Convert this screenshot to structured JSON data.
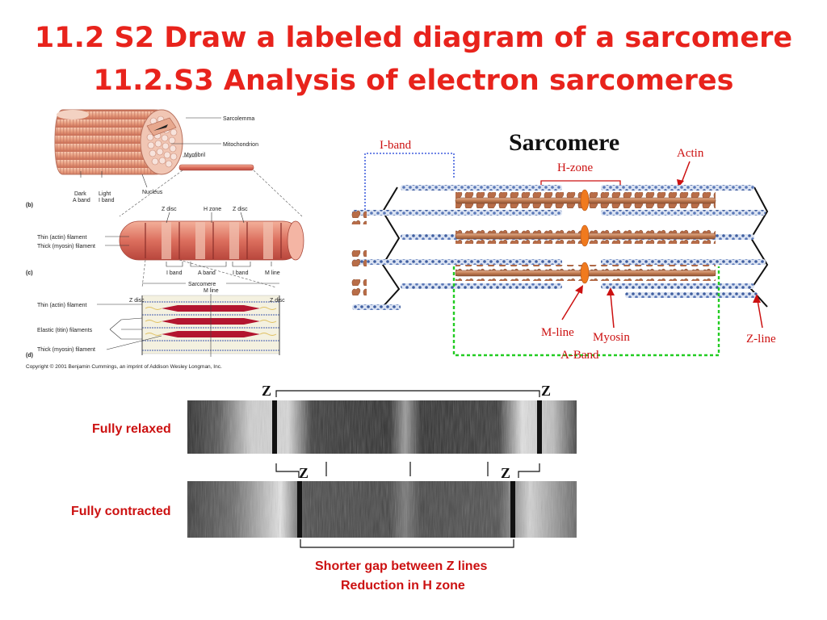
{
  "title": {
    "line1": "11.2 S2 Draw a labeled diagram of a sarcomere",
    "line2": "11.2.S3 Analysis of electron sarcomeres"
  },
  "colors": {
    "title": "#e8231c",
    "label_red": "#cc1111",
    "a_band_bracket": "#22cc22",
    "i_band_bracket": "#1a3fd6",
    "myosin": "#c07b52",
    "m_line": "#f07a1e",
    "actin": "#5a78b8"
  },
  "muscle_diagram": {
    "labels": {
      "sarcolemma": "Sarcolemma",
      "mitochondrion": "Mitochondrion",
      "myofibril": "Myofibril",
      "nucleus": "Nucleus",
      "dark_a_band_1": "Dark",
      "dark_a_band_2": "A band",
      "light_i_band_1": "Light",
      "light_i_band_2": "I band",
      "panel_b": "(b)",
      "z_disc_1": "Z disc",
      "h_zone": "H zone",
      "z_disc_2": "Z disc",
      "thin_actin": "Thin (actin) filament",
      "thick_myosin": "Thick (myosin) filament",
      "panel_c": "(c)",
      "i_band_1": "I band",
      "a_band": "A band",
      "i_band_2": "I band",
      "m_line": "M line",
      "sarcomere": "Sarcomere",
      "m_line_d": "M line",
      "z_disc_d1": "Z disc",
      "z_disc_d2": "Z disc",
      "thin_actin_d": "Thin (actin) filament",
      "elastic_titin": "Elastic (titin) filaments",
      "thick_myosin_d": "Thick (myosin) filament",
      "panel_d": "(d)",
      "copyright": "Copyright © 2001 Benjamin Cummings, an imprint of Addison Wesley Longman, Inc."
    }
  },
  "sarcomere_diagram": {
    "title": "Sarcomere",
    "i_band": "I-band",
    "h_zone": "H-zone",
    "actin": "Actin",
    "m_line": "M-line",
    "myosin": "Myosin",
    "z_line": "Z-line",
    "a_band": "A-Band"
  },
  "micrograph": {
    "z_top_left": "Z",
    "z_top_right": "Z",
    "z_bottom_left": "Z",
    "z_bottom_right": "Z",
    "fully_relaxed": "Fully relaxed",
    "fully_contracted": "Fully contracted",
    "caption_1": "Shorter gap between Z lines",
    "caption_2": "Reduction in H zone"
  }
}
